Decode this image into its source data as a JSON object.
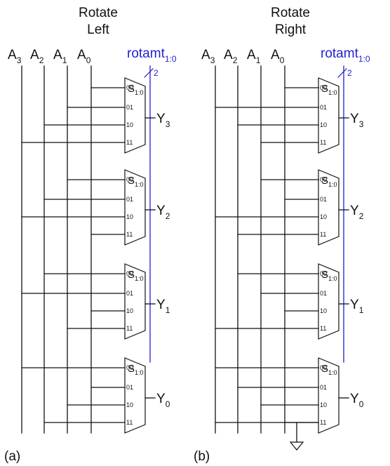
{
  "colors": {
    "wire": "#111111",
    "select_wire": "#1f1fd0",
    "label_accent": "#1f1fd0"
  },
  "panels": [
    {
      "id": "a",
      "title": [
        "Rotate",
        "Left"
      ],
      "caption": "(a)",
      "inputs": [
        {
          "name": "A",
          "sub": "3"
        },
        {
          "name": "A",
          "sub": "2"
        },
        {
          "name": "A",
          "sub": "1"
        },
        {
          "name": "A",
          "sub": "0"
        }
      ],
      "select": {
        "name": "rotamt",
        "sub": "1:0",
        "width": "2"
      },
      "outputs": [
        {
          "name": "Y",
          "sub": "3",
          "connections": [
            3,
            2,
            1,
            0
          ]
        },
        {
          "name": "Y",
          "sub": "2",
          "connections": [
            2,
            1,
            0,
            3
          ]
        },
        {
          "name": "Y",
          "sub": "1",
          "connections": [
            1,
            0,
            3,
            2
          ]
        },
        {
          "name": "Y",
          "sub": "0",
          "connections": [
            0,
            3,
            2,
            1
          ]
        }
      ],
      "ground": false
    },
    {
      "id": "b",
      "title": [
        "Rotate",
        "Right"
      ],
      "caption": "(b)",
      "inputs": [
        {
          "name": "A",
          "sub": "3"
        },
        {
          "name": "A",
          "sub": "2"
        },
        {
          "name": "A",
          "sub": "1"
        },
        {
          "name": "A",
          "sub": "0"
        }
      ],
      "select": {
        "name": "rotamt",
        "sub": "1:0",
        "width": "2"
      },
      "outputs": [
        {
          "name": "Y",
          "sub": "3",
          "connections": [
            3,
            0,
            1,
            2
          ]
        },
        {
          "name": "Y",
          "sub": "2",
          "connections": [
            2,
            3,
            0,
            1
          ]
        },
        {
          "name": "Y",
          "sub": "1",
          "connections": [
            1,
            2,
            3,
            0
          ]
        },
        {
          "name": "Y",
          "sub": "0",
          "connections": [
            0,
            1,
            2,
            3
          ]
        }
      ],
      "ground": true
    }
  ],
  "mux": {
    "input_labels": [
      "00",
      "01",
      "10",
      "11"
    ],
    "select_label": {
      "name": "S",
      "sub": "1:0"
    }
  }
}
